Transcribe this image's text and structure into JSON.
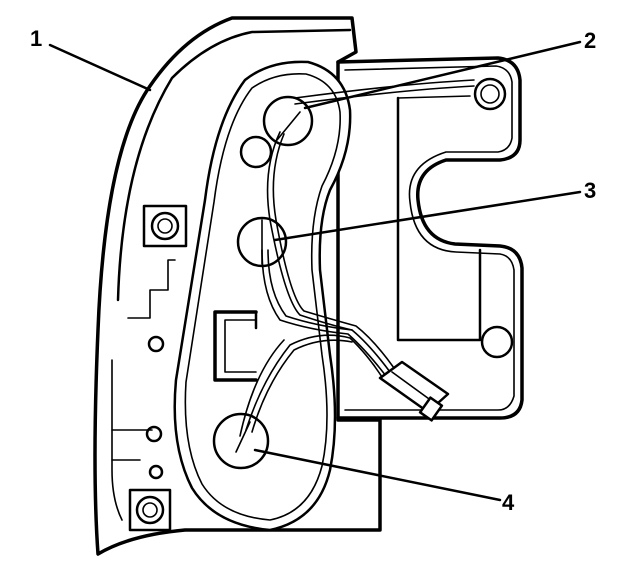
{
  "diagram": {
    "callouts": [
      {
        "id": "1",
        "label": "1"
      },
      {
        "id": "2",
        "label": "2"
      },
      {
        "id": "3",
        "label": "3"
      },
      {
        "id": "4",
        "label": "4"
      }
    ]
  },
  "colors": {
    "ink": "#000000",
    "paper": "#ffffff"
  }
}
